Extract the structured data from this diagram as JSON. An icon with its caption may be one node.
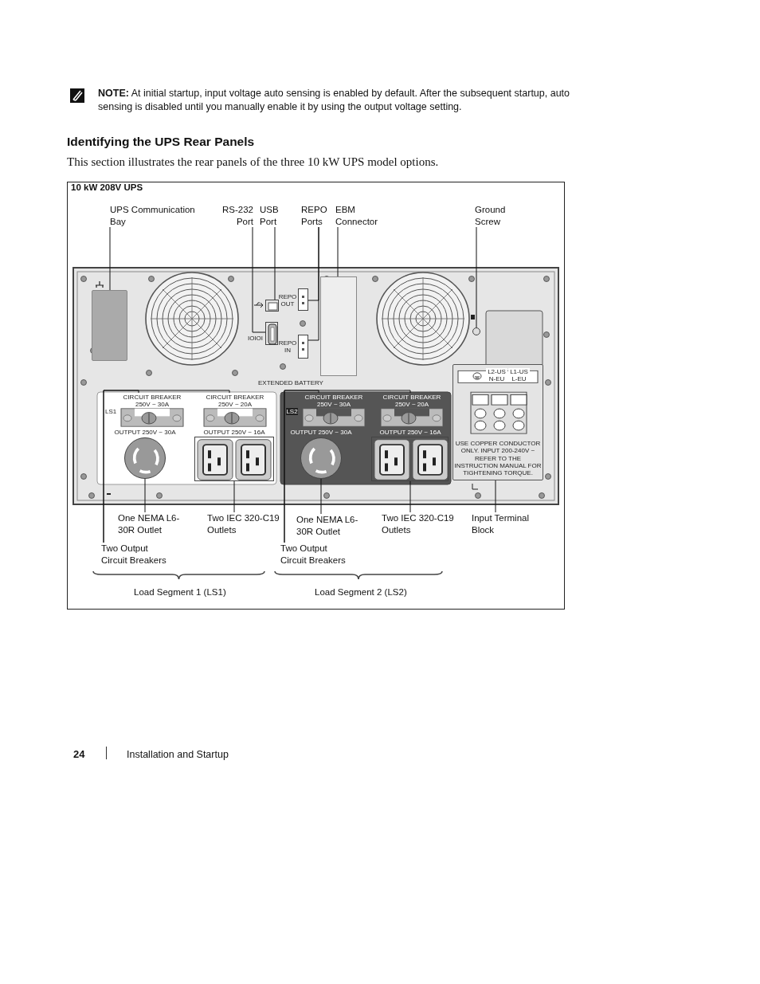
{
  "diagram": {
    "title": "Identifying the UPS Rear Panels",
    "nodes": [
      {
        "text": [
          "UPS Communication Bay"
        ]
      },
      {
        "text": [
          "RS-232 Port"
        ]
      },
      {
        "text": [
          "USB Port"
        ]
      },
      {
        "text": [
          "REPO Ports"
        ]
      },
      {
        "text": [
          "EBM Connector"
        ]
      },
      {
        "text": [
          "Ground Screw"
        ]
      },
      {
        "text": [],
        "shape": "box"
      },
      {
        "text": [],
        "shape": "box"
      },
      {
        "text": [],
        "shape": "box"
      },
      {
        "text": [],
        "shape": "box"
      },
      {
        "text": [],
        "shape": "box"
      },
      {
        "text": [],
        "shape": "box"
      },
      {
        "text": [],
        "shape": "circle"
      },
      {
        "text": [
          "CIRCUIT BREAKER 250V ~ 30A"
        ]
      },
      {
        "text": [
          "CIRCUIT BREAKER 250V ~ 20A"
        ]
      },
      {
        "text": [
          "CIRCUIT BREAKER 250V ~ 30A"
        ]
      },
      {
        "text": [
          "CIRCUIT BREAKER 250V ~ 20A"
        ]
      },
      {
        "text": [],
        "shape": "box"
      },
      {
        "text": [],
        "shape": "circle"
      },
      {
        "text": [],
        "shape": "box"
      },
      {
        "text": [],
        "shape": "circle"
      },
      {
        "text": [],
        "shape": "box"
      },
      {
        "text": [
          "One NEMA L6-30R Outlet"
        ]
      },
      {
        "text": [
          "Two IEC 320-C19 Outlets"
        ]
      },
      {
        "text": [
          "One NEMA L6-30R Outlet"
        ]
      },
      {
        "text": [
          "Two IEC 320-C19 Outlets"
        ]
      },
      {
        "text": [
          "Input Terminal Block"
        ]
      },
      {
        "text": [
          "Two Output Circuit Breakers"
        ]
      },
      {
        "text": [
          "Two Output Circuit Breakers"
        ]
      }
    ],
    "edges": [
      {
        "from": 0,
        "to": 6,
        "arrow": "none"
      },
      {
        "from": 1,
        "to": 7,
        "arrow": "none"
      },
      {
        "from": 2,
        "to": 8,
        "arrow": "none"
      },
      {
        "from": 3,
        "to": 9,
        "arrow": "none"
      },
      {
        "from": 3,
        "to": 10,
        "arrow": "none"
      },
      {
        "from": 4,
        "to": 11,
        "arrow": "none"
      },
      {
        "from": 5,
        "to": 12,
        "arrow": "none"
      },
      {
        "from": 22,
        "to": 18,
        "arrow": "none"
      },
      {
        "from": 23,
        "to": 19,
        "arrow": "none"
      },
      {
        "from": 24,
        "to": 20,
        "arrow": "none"
      },
      {
        "from": 25,
        "to": 21,
        "arrow": "none"
      },
      {
        "from": 26,
        "to": 17,
        "arrow": "none"
      },
      {
        "from": 27,
        "to": 13,
        "arrow": "none"
      },
      {
        "from": 27,
        "to": 14,
        "arrow": "none"
      },
      {
        "from": 28,
        "to": 15,
        "arrow": "none"
      },
      {
        "from": 28,
        "to": 16,
        "arrow": "none"
      }
    ],
    "labels": [
      "**NOTE:** At initial startup, input voltage auto sensing is enabled by default. After the subsequent startup, auto sensing is disabled until you manually enable it by using the output voltage setting.",
      "This section illustrates the rear panels of the three 10 kW UPS model options.",
      "10 kW 208V UPS",
      "REPO OUT",
      "IOIOI",
      "REPO IN",
      "EXTENDED BATTERY",
      "LS1",
      "LS2",
      "L2-US N-EU",
      "L1-US L-EU",
      "OUTPUT 250V ~ 30A",
      "OUTPUT 250V ~ 16A",
      "OUTPUT 250V ~ 30A",
      "OUTPUT 250V ~ 16A",
      "USE COPPER CONDUCTOR ONLY. INPUT 200-240V ~",
      "REFER TO THE INSTRUCTION MANUAL FOR TIGHTENING TORQUE.",
      "Load Segment 1 (LS1)",
      "Load Segment 2 (LS2)",
      "24",
      "Installation and Startup"
    ]
  }
}
